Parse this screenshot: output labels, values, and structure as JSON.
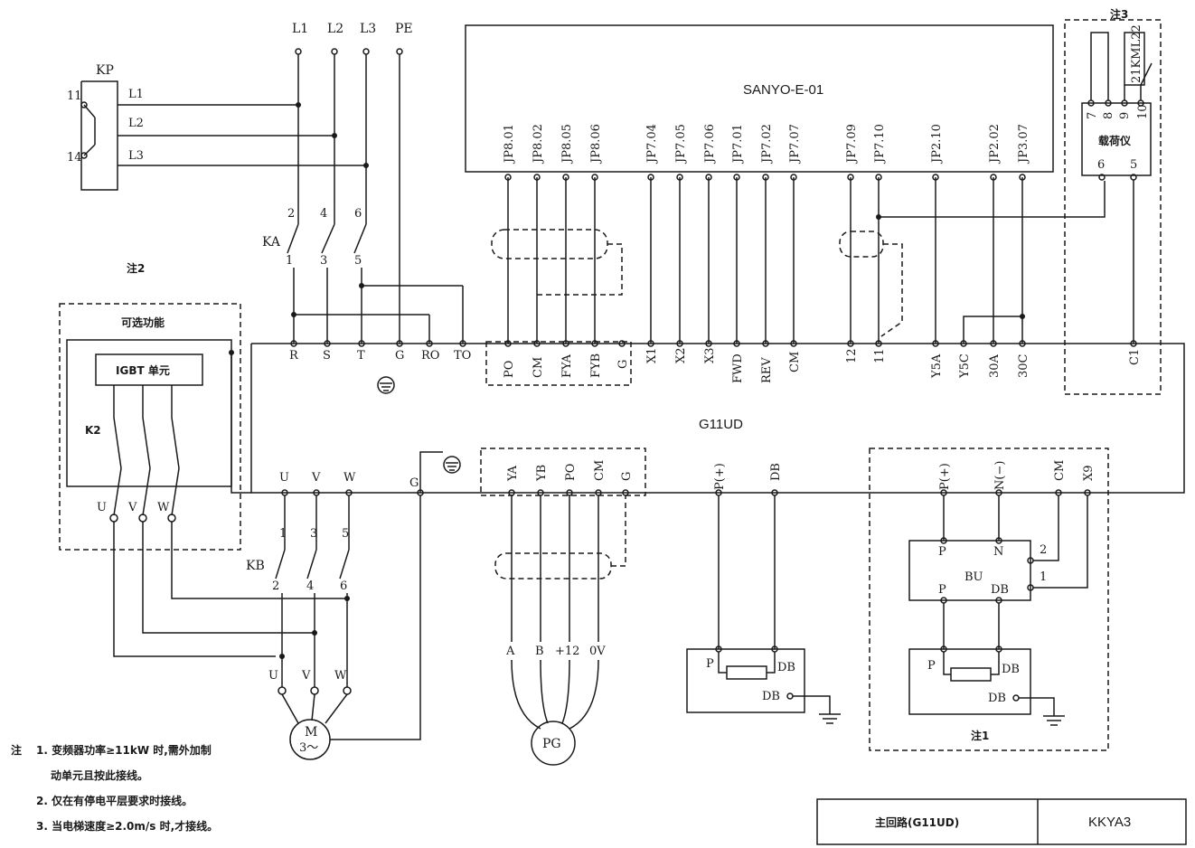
{
  "supply": {
    "l1": "L1",
    "l2": "L2",
    "l3": "L3",
    "pe": "PE"
  },
  "relay_kp": {
    "name": "KP",
    "t11": "11",
    "t14": "14",
    "l1": "L1",
    "l2": "L2",
    "l3": "L3"
  },
  "contactor_ka": {
    "name": "KA",
    "top": [
      "2",
      "4",
      "6"
    ],
    "bottom": [
      "1",
      "3",
      "5"
    ]
  },
  "contactor_kb": {
    "name": "KB",
    "top": [
      "1",
      "3",
      "5"
    ],
    "bottom": [
      "2",
      "4",
      "6"
    ]
  },
  "controller": {
    "name": "SANYO-E-01",
    "pins": [
      "JP8.01",
      "JP8.02",
      "JP8.05",
      "JP8.06",
      "JP7.04",
      "JP7.05",
      "JP7.06",
      "JP7.01",
      "JP7.02",
      "JP7.07",
      "JP7.09",
      "JP7.10",
      "JP2.10",
      "JP2.02",
      "JP3.07"
    ]
  },
  "load_meter": {
    "note": "注3",
    "name": "载荷仪",
    "terms": [
      "7",
      "8",
      "9",
      "10",
      "6",
      "5"
    ],
    "kml": "21KML22"
  },
  "inverter": {
    "name": "G11UD",
    "top_terms": [
      "R",
      "S",
      "T",
      "G",
      "RO",
      "TO",
      "PO",
      "CM",
      "FYA",
      "FYB",
      "G",
      "X1",
      "X2",
      "X3",
      "FWD",
      "REV",
      "CM",
      "12",
      "11",
      "Y5A",
      "Y5C",
      "30A",
      "30C",
      "C1"
    ],
    "bottom_terms": [
      "U",
      "V",
      "W",
      "G",
      "YA",
      "YB",
      "PO",
      "CM",
      "G",
      "P(+)",
      "DB",
      "P(+)",
      "N(−)",
      "CM",
      "X9"
    ]
  },
  "optional": {
    "note": "注2",
    "title": "可选功能",
    "igbt": "IGBT 单元",
    "k2": "K2",
    "terms": [
      "U",
      "V",
      "W"
    ]
  },
  "motor": {
    "name": "M",
    "phase": "3～",
    "terms": [
      "U",
      "V",
      "W"
    ]
  },
  "encoder": {
    "name": "PG",
    "terms": [
      "A",
      "B",
      "+12",
      "0V"
    ]
  },
  "resistor1": {
    "p": "P",
    "db": "DB",
    "db2": "DB"
  },
  "brake_unit": {
    "note": "注1",
    "name": "BU",
    "p": "P",
    "n": "N",
    "p2": "P",
    "db": "DB",
    "t2": "2",
    "t1": "1",
    "rp": "P",
    "rdb": "DB",
    "rdb2": "DB"
  },
  "notes": {
    "head": "注",
    "n1": "1. 变频器功率≥11kW 时,需外加制",
    "n1b": "动单元且按此接线。",
    "n2": "2. 仅在有停电平层要求时接线。",
    "n3": "3. 当电梯速度≥2.0m/s 时,才接线。"
  },
  "title_block": {
    "name": "主回路(G11UD)",
    "code": "KKYA3"
  }
}
